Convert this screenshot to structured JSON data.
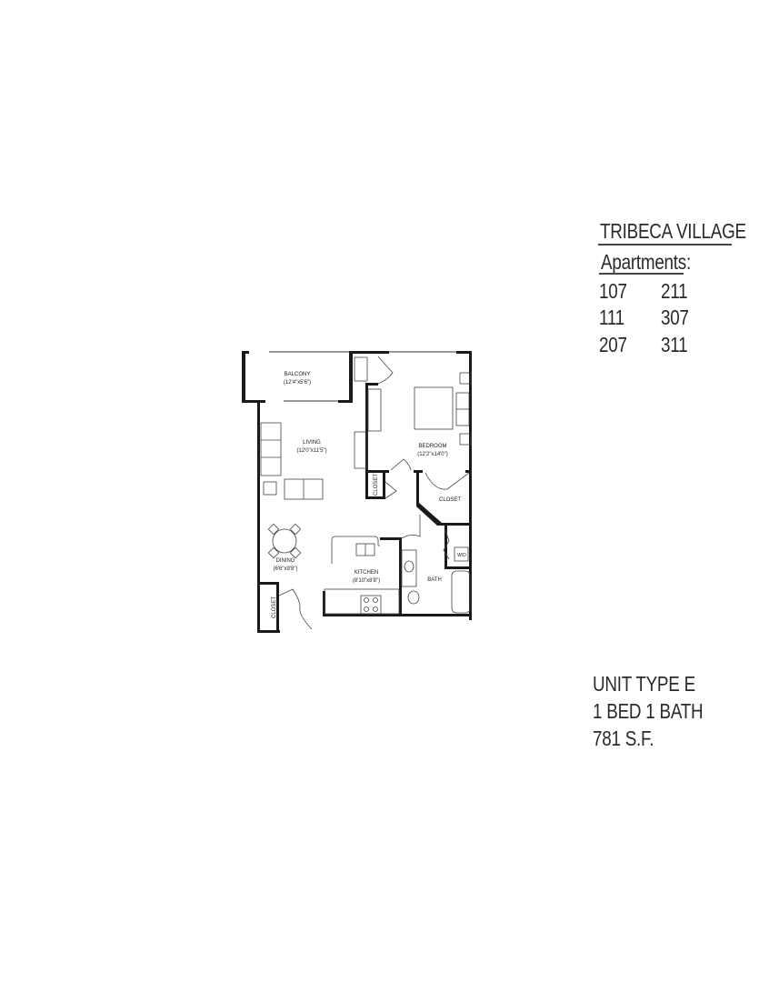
{
  "project": {
    "title": "TRIBECA VILLAGE",
    "apartments_label": "Apartments:",
    "apartments": [
      [
        "107",
        "211"
      ],
      [
        "111",
        "307"
      ],
      [
        "207",
        "311"
      ]
    ]
  },
  "unit": {
    "type": "UNIT TYPE E",
    "beds_baths": "1 BED 1 BATH",
    "area": "781 S.F."
  },
  "floor_plan": {
    "rooms": {
      "balcony": {
        "name": "BALCONY",
        "size": "(12'4\"x5'6\")"
      },
      "living": {
        "name": "LIVING",
        "size": "(12'0\"x11'5\")"
      },
      "bedroom": {
        "name": "BEDROOM",
        "size": "(12'2\"x14'0\")"
      },
      "dining": {
        "name": "DINING",
        "size": "(6'6\"x9'8\")"
      },
      "kitchen": {
        "name": "KITCHEN",
        "size": "(8'10\"x8'8\")"
      },
      "bath": {
        "name": "BATH"
      },
      "bedroom_closet": {
        "name": "CLOSET"
      },
      "hall_closet": {
        "name": "CLOSET"
      },
      "entry_closet": {
        "name": "CLOSET"
      },
      "laundry": {
        "name": "W/D"
      }
    }
  }
}
